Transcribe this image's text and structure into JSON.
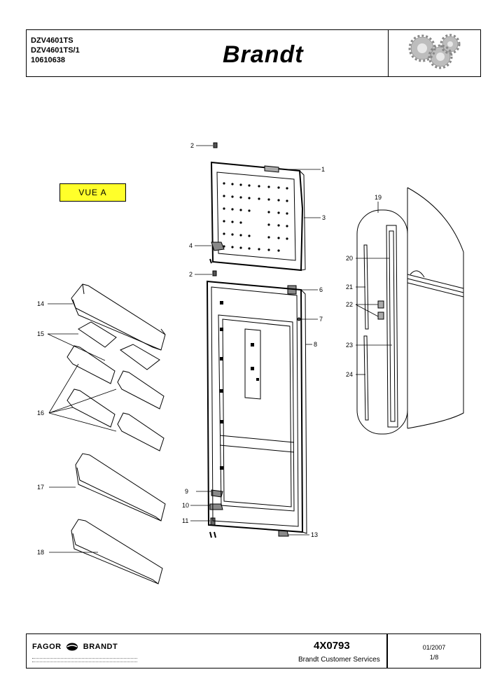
{
  "header": {
    "models": [
      "DZV4601TS",
      "DZV4601TS/1",
      "10610638"
    ],
    "brand": "Brandt"
  },
  "view_label": "VUE A",
  "callouts": [
    "1",
    "2",
    "2",
    "3",
    "4",
    "6",
    "7",
    "8",
    "9",
    "10",
    "11",
    "13",
    "14",
    "15",
    "16",
    "17",
    "18",
    "19",
    "20",
    "21",
    "22",
    "23",
    "24"
  ],
  "footer": {
    "brand_left": "FAGOR",
    "brand_right": "BRANDT",
    "reference": "4X0793",
    "service": "Brandt Customer Services",
    "date": "01/2007",
    "page": "1/8"
  },
  "colors": {
    "view_label_bg": "#ffff2a",
    "line": "#000000"
  }
}
